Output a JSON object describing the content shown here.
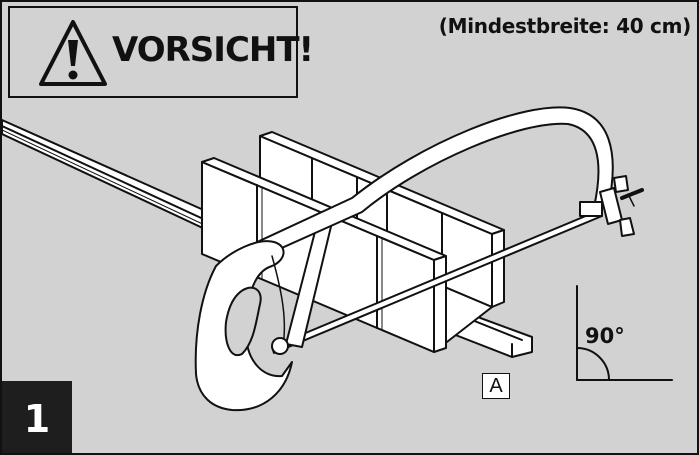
{
  "warning": {
    "label": "VORSICHT!"
  },
  "note": {
    "min_width": "(Mindestbreite: 40 cm)"
  },
  "part_label": "A",
  "angle_label": "90°",
  "step_number": "1",
  "colors": {
    "background": "#d2d2d2",
    "line": "#111111",
    "object_fill": "#ffffff",
    "step_box": "#1e1e1e"
  },
  "icons": [
    "warning-triangle-icon"
  ]
}
